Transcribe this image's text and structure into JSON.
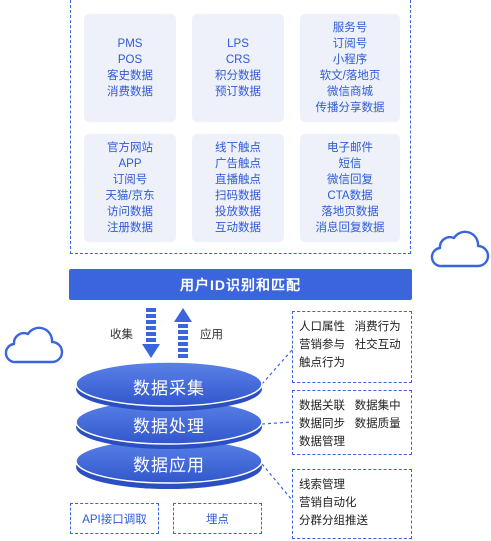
{
  "sources": [
    {
      "lines": [
        "PMS",
        "POS",
        "客史数据",
        "消费数据"
      ]
    },
    {
      "lines": [
        "LPS",
        "CRS",
        "积分数据",
        "预订数据"
      ]
    },
    {
      "lines": [
        "服务号",
        "订阅号",
        "小程序",
        "软文/落地页",
        "微信商城",
        "传播分享数据"
      ]
    },
    {
      "lines": [
        "官方网站",
        "APP",
        "订阅号",
        "天猫/京东",
        "访问数据",
        "注册数据"
      ]
    },
    {
      "lines": [
        "线下触点",
        "广告触点",
        "直播触点",
        "扫码数据",
        "投放数据",
        "互动数据"
      ]
    },
    {
      "lines": [
        "电子邮件",
        "短信",
        "微信回复",
        "CTA数据",
        "落地页数据",
        "消息回复数据"
      ]
    }
  ],
  "banner": "用户ID识别和匹配",
  "arrows": {
    "collect": "收集",
    "apply": "应用"
  },
  "stack": [
    "数据采集",
    "数据处理",
    "数据应用"
  ],
  "info": [
    {
      "lines": [
        "人口属性   消费行为",
        "营销参与   社交互动",
        "触点行为"
      ]
    },
    {
      "lines": [
        "数据关联   数据集中",
        "数据同步   数据质量",
        "数据管理"
      ]
    },
    {
      "lines": [
        "线索管理",
        "营销自动化",
        "分群分组推送"
      ]
    }
  ],
  "buttons": {
    "api": "API接口调取",
    "tracking": "埋点"
  },
  "colors": {
    "primary": "#3a65dc",
    "card_bg": "#eef1fa",
    "disk": "#3f64d6"
  },
  "icons": [
    "cloud-icon",
    "cloud-icon"
  ]
}
